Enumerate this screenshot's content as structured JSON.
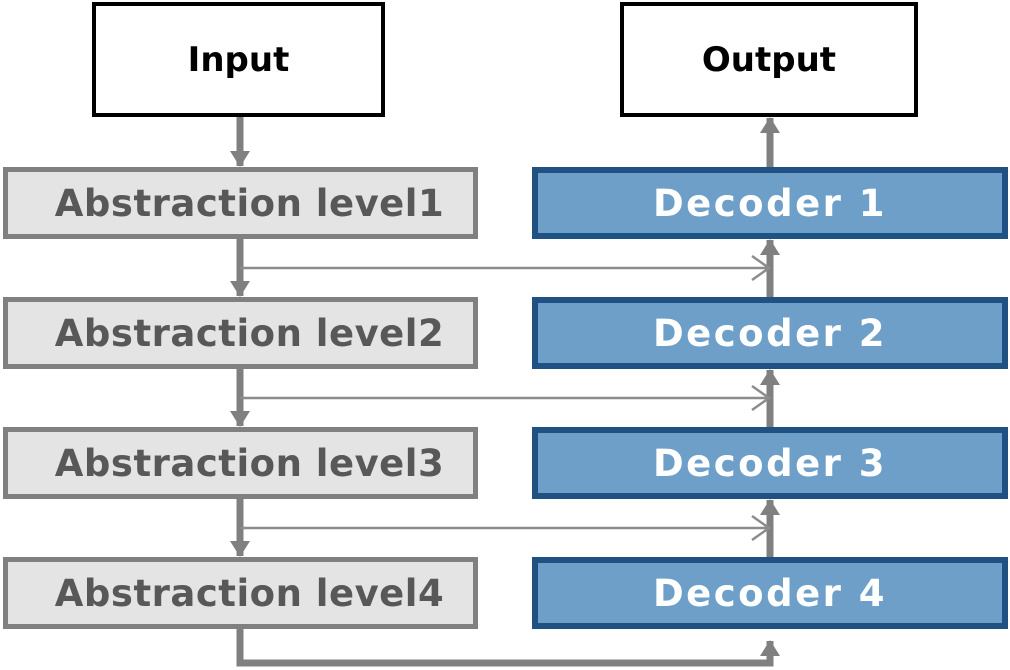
{
  "diagram": {
    "title": "Encoder-decoder abstraction level diagram",
    "colors": {
      "arrow_gray": "#808080",
      "skip_line_gray": "#8c8c8c",
      "abstraction_fill": "#e4e4e4",
      "abstraction_border": "#808080",
      "abstraction_text": "#585858",
      "decoder_fill": "#6d9fc8",
      "decoder_border": "#1f5282",
      "decoder_text": "#ffffff",
      "io_fill": "#ffffff",
      "io_border": "#000000",
      "io_text": "#000000",
      "background": "#ffffff"
    },
    "io_nodes": [
      {
        "id": "input",
        "label": "Input"
      },
      {
        "id": "output",
        "label": "Output"
      }
    ],
    "encoder_nodes": [
      {
        "id": "abs1",
        "label": "Abstraction level1"
      },
      {
        "id": "abs2",
        "label": "Abstraction level2"
      },
      {
        "id": "abs3",
        "label": "Abstraction level3"
      },
      {
        "id": "abs4",
        "label": "Abstraction level4"
      }
    ],
    "decoder_nodes": [
      {
        "id": "dec1",
        "label": "Decoder 1"
      },
      {
        "id": "dec2",
        "label": "Decoder 2"
      },
      {
        "id": "dec3",
        "label": "Decoder 3"
      },
      {
        "id": "dec4",
        "label": "Decoder 4"
      }
    ],
    "edges": [
      {
        "from": "input",
        "to": "abs1",
        "kind": "thick-down-arrow"
      },
      {
        "from": "abs1",
        "to": "abs2",
        "kind": "thick-down-arrow"
      },
      {
        "from": "abs2",
        "to": "abs3",
        "kind": "thick-down-arrow"
      },
      {
        "from": "abs3",
        "to": "abs4",
        "kind": "thick-down-arrow"
      },
      {
        "from": "dec1",
        "to": "output",
        "kind": "thick-up-arrow"
      },
      {
        "from": "dec2",
        "to": "dec1",
        "kind": "thick-up-arrow"
      },
      {
        "from": "dec3",
        "to": "dec2",
        "kind": "thick-up-arrow"
      },
      {
        "from": "dec4",
        "to": "dec3",
        "kind": "thick-up-arrow"
      },
      {
        "from": "abs1",
        "to": "dec1",
        "kind": "thin-skip-arrow"
      },
      {
        "from": "abs2",
        "to": "dec2",
        "kind": "thin-skip-arrow"
      },
      {
        "from": "abs3",
        "to": "dec3",
        "kind": "thin-skip-arrow"
      },
      {
        "from": "abs4",
        "to": "dec4",
        "kind": "thick-wraparound-arrow"
      }
    ]
  }
}
